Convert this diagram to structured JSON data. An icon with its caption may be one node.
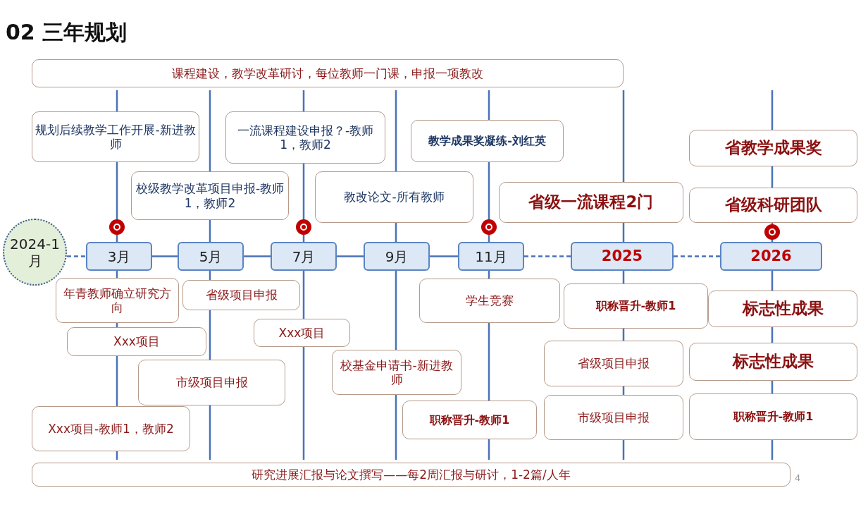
{
  "diagram": {
    "title": "02 三年规划",
    "nodes": [
      {
        "text": [
          "课程建设，教学改革研讨，每位教师一门课，申报一项教改"
        ]
      },
      {
        "text": [
          "规划后续教学工作开展-新进教师"
        ]
      },
      {
        "text": [
          "一流课程建设申报？-教师1，教师2"
        ]
      },
      {
        "text": [
          "教学成果奖凝练-刘红英"
        ]
      },
      {
        "text": [
          "省教学成果奖"
        ]
      },
      {
        "text": [
          "校级教学改革项目申报-教师1，教师2"
        ]
      },
      {
        "text": [
          "教改论文-所有教师"
        ]
      },
      {
        "text": [
          "省级一流课程2门"
        ]
      },
      {
        "text": [
          "省级科研团队"
        ]
      },
      {
        "text": [
          "2024-1月"
        ]
      },
      {
        "text": [
          "3月"
        ]
      },
      {
        "text": [
          "5月"
        ]
      },
      {
        "text": [
          "7月"
        ]
      },
      {
        "text": [
          "9月"
        ]
      },
      {
        "text": [
          "11月"
        ]
      },
      {
        "text": [
          "2025"
        ]
      },
      {
        "text": [
          "2026"
        ]
      },
      {
        "text": [
          "年青教师确立研究方向"
        ]
      },
      {
        "text": [
          "省级项目申报"
        ]
      },
      {
        "text": [
          "Xxx项目"
        ]
      },
      {
        "text": [
          "Xxx项目"
        ]
      },
      {
        "text": [
          "市级项目申报"
        ]
      },
      {
        "text": [
          "校基金申请书-新进教师"
        ]
      },
      {
        "text": [
          "学生竞赛"
        ]
      },
      {
        "text": [
          "职称晋升-教师1"
        ]
      },
      {
        "text": [
          "标志性成果"
        ]
      },
      {
        "text": [
          "省级项目申报"
        ]
      },
      {
        "text": [
          "标志性成果"
        ]
      },
      {
        "text": [
          "Xxx项目-教师1，教师2"
        ]
      },
      {
        "text": [
          "职称晋升-教师1"
        ]
      },
      {
        "text": [
          "市级项目申报"
        ]
      },
      {
        "text": [
          "职称晋升-教师1"
        ]
      },
      {
        "text": [
          "研究进展汇报与论文撰写——每2周汇报与研讨，1-2篇/人年"
        ]
      }
    ],
    "edges": [
      {
        "from": 9,
        "to": 10,
        "arrow": "none",
        "style": "dashed"
      },
      {
        "from": 10,
        "to": 11,
        "arrow": "none"
      },
      {
        "from": 11,
        "to": 12,
        "arrow": "none"
      },
      {
        "from": 12,
        "to": 13,
        "arrow": "none"
      },
      {
        "from": 13,
        "to": 14,
        "arrow": "none"
      },
      {
        "from": 14,
        "to": 15,
        "arrow": "none",
        "style": "dashed"
      },
      {
        "from": 15,
        "to": 16,
        "arrow": "none",
        "style": "dashed"
      }
    ],
    "labels": [
      "4"
    ]
  }
}
